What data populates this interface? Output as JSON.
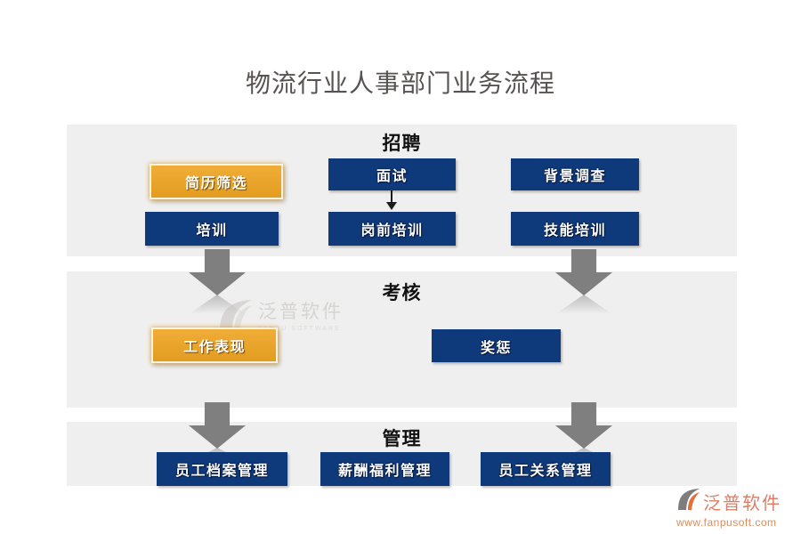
{
  "title": "物流行业人事部门业务流程",
  "sections": {
    "recruit": {
      "label": "招聘",
      "boxes": {
        "resume_screening": "简历筛选",
        "interview": "面试",
        "background_check": "背景调查",
        "training": "培训",
        "pre_job_training": "岗前培训",
        "skill_training": "技能培训"
      }
    },
    "assess": {
      "label": "考核",
      "boxes": {
        "work_performance": "工作表现",
        "reward_punishment": "奖惩"
      }
    },
    "manage": {
      "label": "管理",
      "boxes": {
        "employee_file_mgmt": "员工档案管理",
        "salary_benefit_mgmt": "薪酬福利管理",
        "employee_relation_mgmt": "员工关系管理"
      }
    }
  },
  "watermark": {
    "name": "泛普软件",
    "sub": "FANPU SOFTWARE"
  },
  "footer": {
    "brand": "泛普软件",
    "site": "www.fanpusoft.com"
  },
  "colors": {
    "navy_box": "#0e3a7b",
    "gold_box": "#e8a42c",
    "band_background": "#efefef",
    "block_arrow": "#7f7f7f",
    "title_text": "#575352",
    "footer_brand": "#dc7f66"
  }
}
